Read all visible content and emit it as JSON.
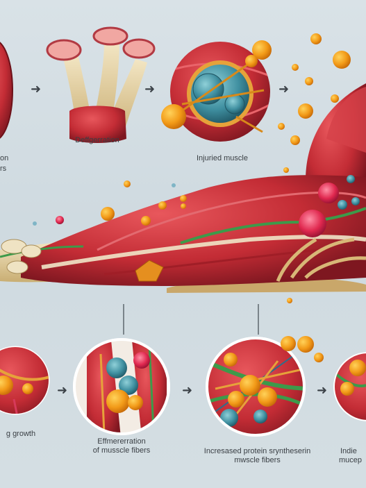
{
  "labels": {
    "top_left_partial_line1": "on",
    "top_left_partial_line2": "rs",
    "degeneration": "Deffgerration",
    "injured_muscle": "Injuried muscle",
    "bottom_left_partial": "g growth",
    "effmererration_line1": "Effmererration",
    "effmererration_line2": "of musscle fibers",
    "protein_line1": "Incresased protein sryntheserin",
    "protein_line2": "mwscle fibers",
    "bottom_right_line1": "Indie",
    "bottom_right_line2": "mucep"
  },
  "arrows": {
    "glyph": "➜"
  },
  "colors": {
    "muscle_red": "#c8323a",
    "muscle_dark": "#8e1d25",
    "tendon": "#e6d3a3",
    "cell_orange": "#f19a1c",
    "cell_teal": "#3f8fa0",
    "nerve_green": "#3d9a4a",
    "background": "#d3dde2"
  }
}
